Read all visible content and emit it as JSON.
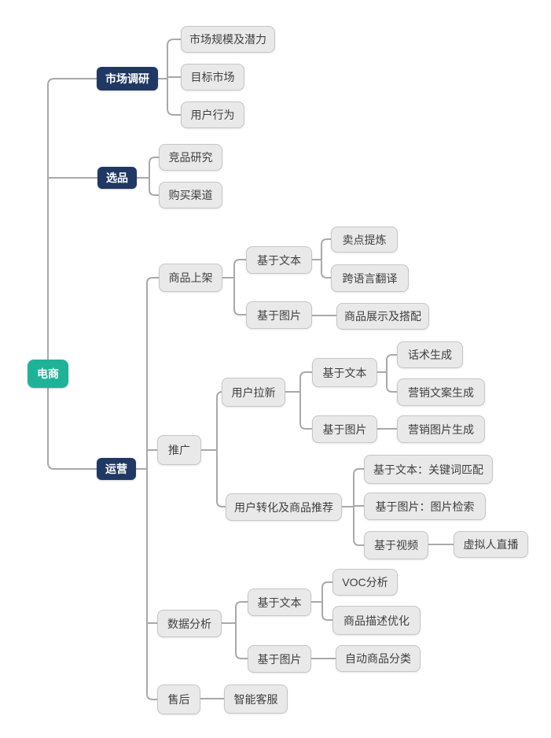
{
  "colors": {
    "root_bg": "#1eb398",
    "branch_bg": "#203864",
    "node_bg": "#e9e9e9",
    "node_border": "#c6c6c6",
    "line": "#a9a9a9",
    "text": "#3f3f3f"
  },
  "tree": {
    "label": "电商",
    "children": [
      {
        "label": "市场调研",
        "children": [
          {
            "label": "市场规模及潜力"
          },
          {
            "label": "目标市场"
          },
          {
            "label": "用户行为"
          }
        ]
      },
      {
        "label": "选品",
        "children": [
          {
            "label": "竞品研究"
          },
          {
            "label": "购买渠道"
          }
        ]
      },
      {
        "label": "运营",
        "children": [
          {
            "label": "商品上架",
            "children": [
              {
                "label": "基于文本",
                "children": [
                  {
                    "label": "卖点提炼"
                  },
                  {
                    "label": "跨语言翻译"
                  }
                ]
              },
              {
                "label": "基于图片",
                "children": [
                  {
                    "label": "商品展示及搭配"
                  }
                ]
              }
            ]
          },
          {
            "label": "推广",
            "children": [
              {
                "label": "用户拉新",
                "children": [
                  {
                    "label": "基于文本",
                    "children": [
                      {
                        "label": "话术生成"
                      },
                      {
                        "label": "营销文案生成"
                      }
                    ]
                  },
                  {
                    "label": "基于图片",
                    "children": [
                      {
                        "label": "营销图片生成"
                      }
                    ]
                  }
                ]
              },
              {
                "label": "用户转化及商品推荐",
                "children": [
                  {
                    "label": "基于文本：关键词匹配"
                  },
                  {
                    "label": "基于图片：图片检索"
                  },
                  {
                    "label": "基于视频",
                    "children": [
                      {
                        "label": "虚拟人直播"
                      }
                    ]
                  }
                ]
              }
            ]
          },
          {
            "label": "数据分析",
            "children": [
              {
                "label": "基于文本",
                "children": [
                  {
                    "label": "VOC分析"
                  },
                  {
                    "label": "商品描述优化"
                  }
                ]
              },
              {
                "label": "基于图片",
                "children": [
                  {
                    "label": "自动商品分类"
                  }
                ]
              }
            ]
          },
          {
            "label": "售后",
            "children": [
              {
                "label": "智能客服"
              }
            ]
          }
        ]
      }
    ]
  }
}
